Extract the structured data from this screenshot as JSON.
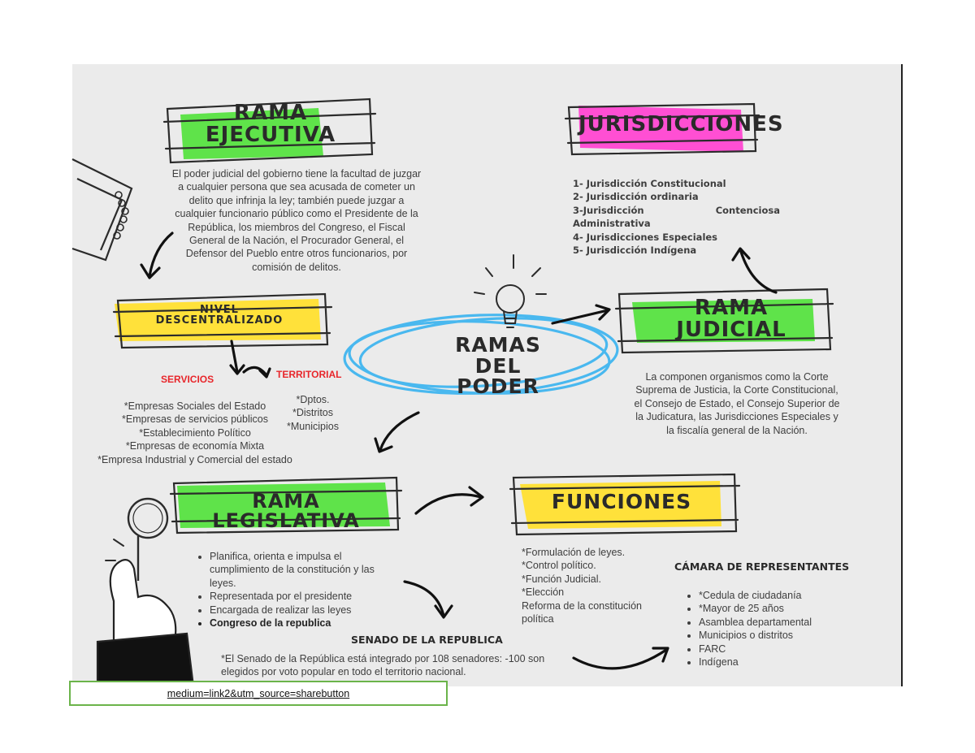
{
  "central": {
    "title_line1": "RAMAS DEL",
    "title_line2": "PODER"
  },
  "ejecutiva": {
    "title_line1": "RAMA",
    "title_line2": "EJECUTIVA",
    "text": "El poder judicial del gobierno tiene la facultad de juzgar a cualquier persona que sea acusada de cometer un delito que infrinja la ley; también puede juzgar a cualquier funcionario público como el Presidente de la República, los miembros del Congreso, el Fiscal General de la Nación, el Procurador General, el Defensor del Pueblo entre otros funcionarios, por comisión de delitos."
  },
  "nivel": {
    "title_line1": "NIVEL",
    "title_line2": "DESCENTRALIZADO",
    "servicios_label": "SERVICIOS",
    "territorial_label": "TERRITORIAL",
    "servicios": [
      "*Empresas Sociales del Estado",
      "*Empresas de servicios públicos",
      "*Establecimiento Político",
      "*Empresas de economía Mixta",
      "*Empresa Industrial y Comercial del estado"
    ],
    "territorial": [
      "*Dptos.",
      "*Distritos",
      "*Municipios"
    ]
  },
  "jurisdicciones": {
    "title": "JURISDICCIONES",
    "items": [
      "1- Jurisdicción Constitucional",
      "2- Jurisdicción ordinaria",
      "3-Jurisdicción",
      "Contenciosa",
      "Administrativa",
      "4- Jurisdicciones Especiales",
      "5- Jurisdicción Indígena"
    ]
  },
  "judicial": {
    "title_line1": "RAMA",
    "title_line2": "JUDICIAL",
    "text": "La componen organismos como la Corte Suprema de Justicia, la Corte Constitucional, el Consejo de Estado, el Consejo Superior de la Judicatura, las Jurisdicciones Especiales y la fiscalía general de la Nación."
  },
  "legislativa": {
    "title": "RAMA LEGISLATIVA",
    "items": [
      "Planifica, orienta e impulsa el cumplimiento de la constitución y las leyes.",
      "Representada por el presidente",
      "Encargada de realizar las leyes",
      "Congreso de la republica"
    ]
  },
  "funciones": {
    "title": "FUNCIONES",
    "items": [
      "*Formulación de leyes.",
      "*Control político.",
      "*Función Judicial.",
      "*Elección",
      "Reforma de la constitución política"
    ]
  },
  "senado": {
    "title": "SENADO DE LA REPUBLICA",
    "text": "*El Senado de la República está integrado por 108 senadores: -100 son elegidos por voto popular en todo el territorio nacional."
  },
  "camara": {
    "title": "CÁMARA DE REPRESENTANTES",
    "items": [
      "*Cedula de ciudadanía",
      "*Mayor de 25 años",
      "Asamblea departamental",
      "Municipios o distritos",
      "FARC",
      "Indígena"
    ]
  },
  "link": {
    "text": "medium=link2&utm_source=sharebutton"
  },
  "colors": {
    "green": "#5fe34a",
    "pink": "#ff4fd3",
    "yellow": "#ffe13a",
    "blue": "#49b8ef",
    "red": "#e8262b"
  }
}
